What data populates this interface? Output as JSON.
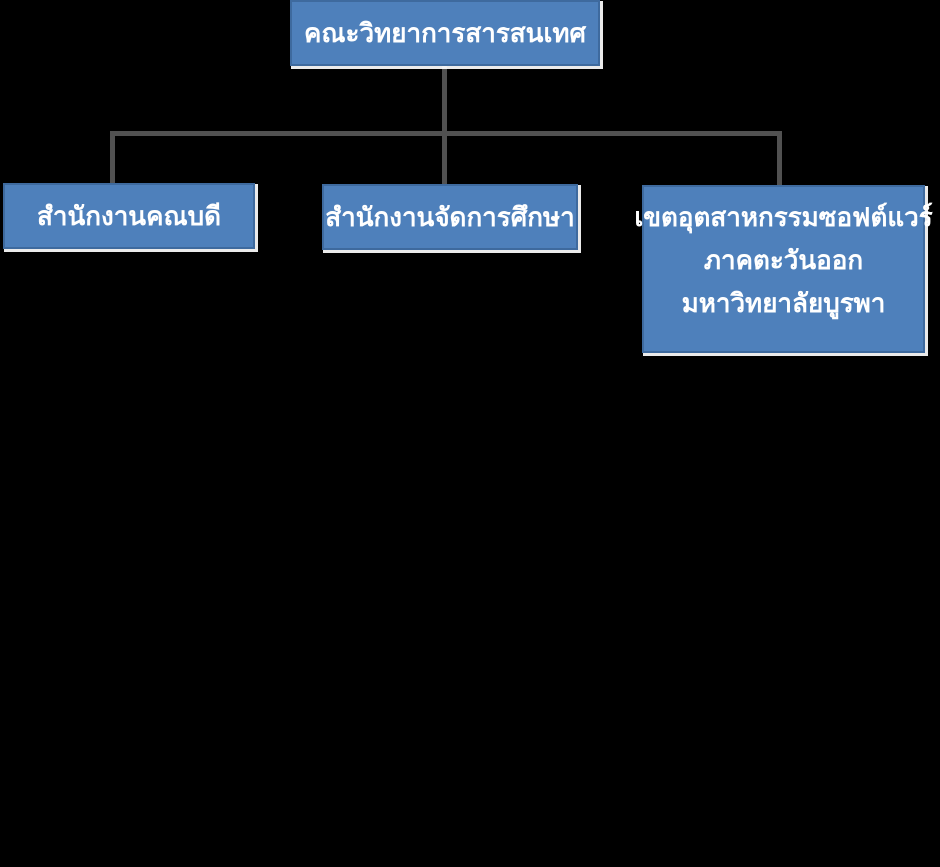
{
  "theme": {
    "background": "#000000",
    "node_fill": "#4e80bb",
    "node_border": "#3e6a9e",
    "node_highlight": "#ffffff",
    "connector": "#515151",
    "text_color": "#ffffff"
  },
  "org_chart": {
    "type": "org-chart",
    "root": {
      "label": "คณะวิทยาการสารสนเทศ"
    },
    "children": [
      {
        "label": "สำนักงานคณบดี"
      },
      {
        "label": "สำนักงานจัดการศึกษา"
      },
      {
        "lines": [
          "เขตอุตสาหกรรมซอฟต์แวร์",
          "ภาคตะวันออก",
          "มหาวิทยาลัยบูรพา"
        ]
      }
    ]
  }
}
